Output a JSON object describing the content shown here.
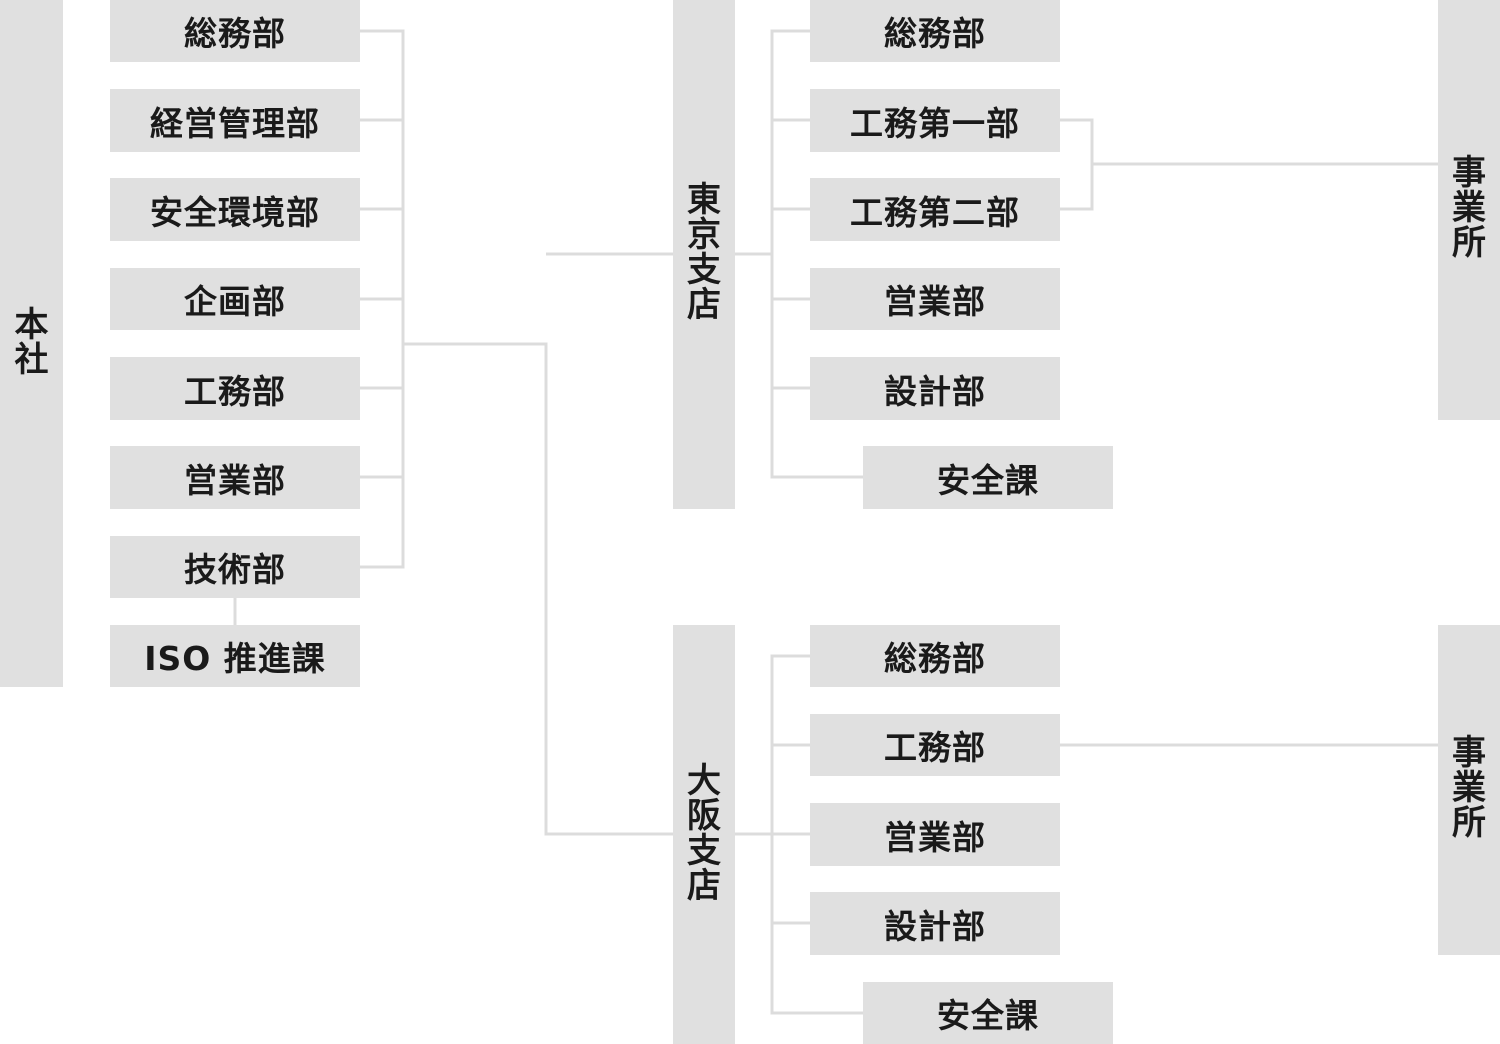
{
  "honsha": {
    "label": "本社"
  },
  "honsha_departments": [
    "総務部",
    "経営管理部",
    "安全環境部",
    "企画部",
    "工務部",
    "営業部",
    "技術部"
  ],
  "iso_section": "ISO 推進課",
  "tokyo": {
    "label": "東京支店",
    "departments": [
      "総務部",
      "工務第一部",
      "工務第二部",
      "営業部",
      "設計部"
    ],
    "safety_section": "安全課",
    "office": "事業所"
  },
  "osaka": {
    "label": "大阪支店",
    "departments": [
      "総務部",
      "工務部",
      "営業部",
      "設計部"
    ],
    "safety_section": "安全課",
    "office": "事業所"
  },
  "colors": {
    "box": "#e0e0e0",
    "line": "#dcdcdc",
    "text": "#1a1a1a"
  }
}
